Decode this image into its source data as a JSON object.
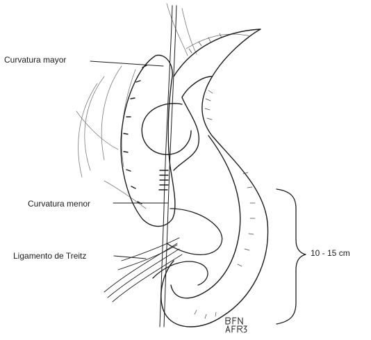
{
  "labels": {
    "curvatura_mayor": "Curvatura mayor",
    "curvatura_menor": "Curvatura menor",
    "ligamento_treitz": "Ligamento de Treitz",
    "distance": "10 - 15 cm"
  },
  "artist_signature": "BFN AFR3",
  "colors": {
    "ink": "#1a1a1a",
    "background": "#ffffff"
  }
}
